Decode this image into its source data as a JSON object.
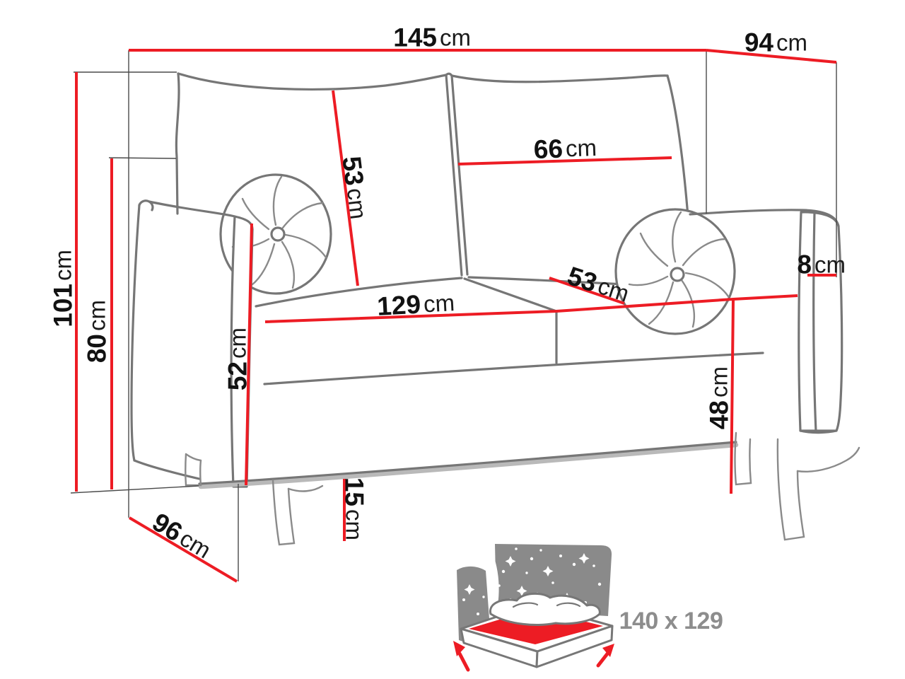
{
  "diagram": {
    "type": "sofa-dimension-diagram",
    "colors": {
      "dimension_red": "#ED1C24",
      "outline_gray": "#767676",
      "label_black": "#121212",
      "sleeping_label_gray": "#8d8d8d",
      "icon_gray": "#8a8a8a",
      "background": "#ffffff"
    },
    "dims": {
      "width_total": {
        "num": "145",
        "unit": "cm"
      },
      "depth_top": {
        "num": "94",
        "unit": "cm"
      },
      "height_total": {
        "num": "101",
        "unit": "cm"
      },
      "height_backrest": {
        "num": "80",
        "unit": "cm"
      },
      "back_cushion_height": {
        "num": "53",
        "unit": "cm"
      },
      "back_cushion_width": {
        "num": "66",
        "unit": "cm"
      },
      "seat_width": {
        "num": "129",
        "unit": "cm"
      },
      "seat_depth": {
        "num": "53",
        "unit": "cm"
      },
      "armrest_width": {
        "num": "8",
        "unit": "cm"
      },
      "armrest_height": {
        "num": "52",
        "unit": "cm"
      },
      "seat_height": {
        "num": "48",
        "unit": "cm"
      },
      "leg_height": {
        "num": "15",
        "unit": "cm"
      },
      "depth_base": {
        "num": "96",
        "unit": "cm"
      }
    },
    "sleeping_area": {
      "label": "140 x 129"
    },
    "icons": {
      "sofa_bed": "sofa-bed-sleeping-area-icon"
    }
  }
}
